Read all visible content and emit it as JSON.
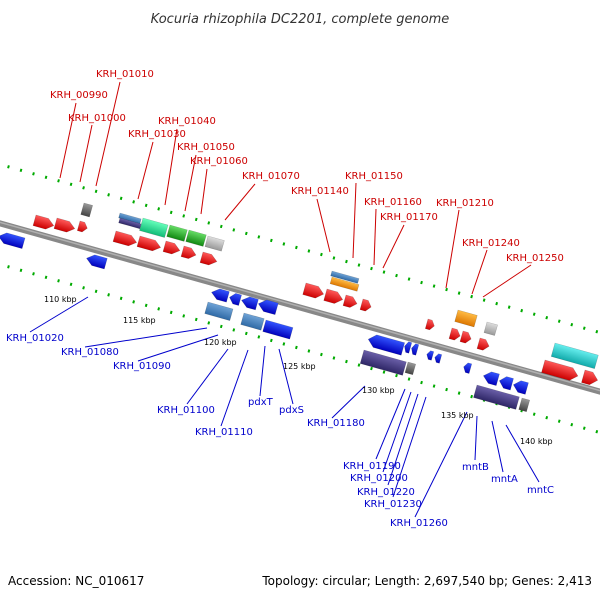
{
  "title": "Kocuria rhizophila DC2201, complete genome",
  "accession": "Accession: NC_010617",
  "summary": "Topology: circular; Length: 2,697,540 bp; Genes: 2,413",
  "colors": {
    "forward_label": "#cc0000",
    "reverse_label": "#0000cc",
    "backbone": "#888888",
    "tick": "#00aa00"
  },
  "scale_labels": [
    "110 kbp",
    "115 kbp",
    "120 kbp",
    "125 kbp",
    "130 kbp",
    "135 kbp",
    "140 kbp"
  ],
  "forward_labels": [
    "KRH_01010",
    "KRH_00990",
    "KRH_01000",
    "KRH_01040",
    "KRH_01030",
    "KRH_01050",
    "KRH_01060",
    "KRH_01070",
    "KRH_01150",
    "KRH_01140",
    "KRH_01160",
    "KRH_01170",
    "KRH_01210",
    "KRH_01240",
    "KRH_01250"
  ],
  "reverse_labels": [
    "KRH_01020",
    "KRH_01080",
    "KRH_01090",
    "KRH_01100",
    "KRH_01110",
    "pdxT",
    "pdxS",
    "KRH_01180",
    "KRH_01190",
    "KRH_01200",
    "KRH_01220",
    "KRH_01230",
    "KRH_01260",
    "mntB",
    "mntA",
    "mntC"
  ]
}
